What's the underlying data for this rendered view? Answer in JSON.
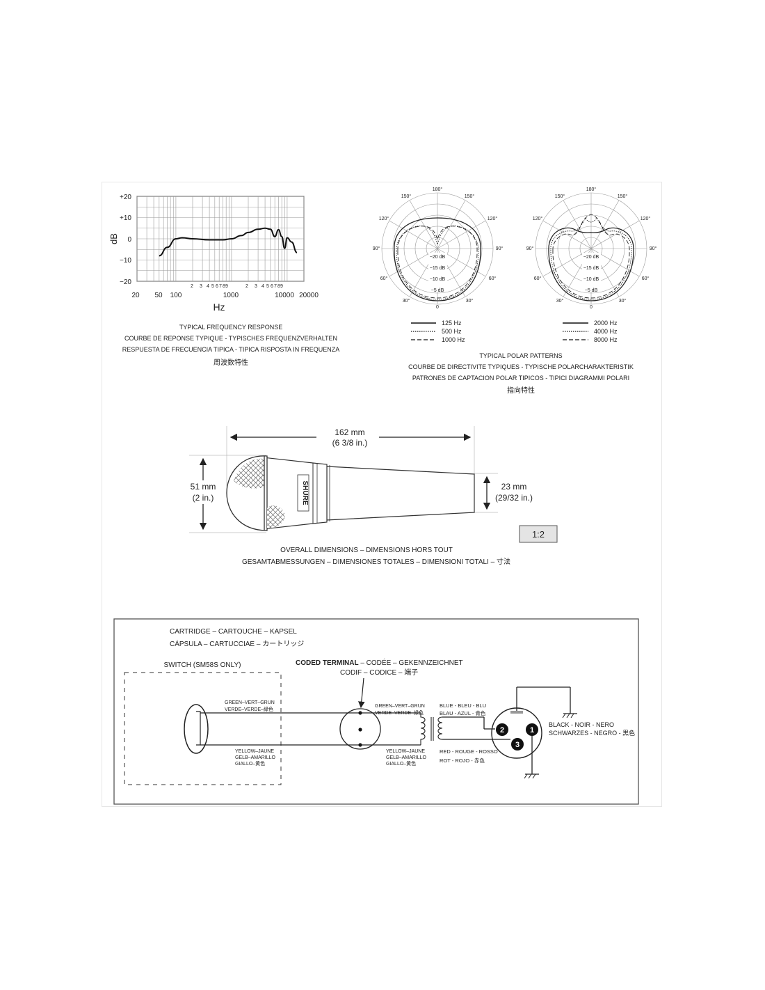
{
  "frequency_response": {
    "y_axis_label": "dB",
    "x_axis_label": "Hz",
    "y_ticks": [
      "+20",
      "+10",
      "0",
      "−10",
      "−20"
    ],
    "x_ticks_major": [
      "20",
      "50",
      "100",
      "1000",
      "10000",
      "20000"
    ],
    "x_minor_labels": [
      "2",
      "3",
      "4",
      "5",
      "6",
      "7",
      "8",
      "9"
    ],
    "caption": [
      "TYPICAL FREQUENCY RESPONSE",
      "COURBE DE REPONSE TYPIQUE - TYPISCHES FREQUENZVERHALTEN",
      "RESPUESTA DE FRECUENCIA TIPICA - TIPICA RISPOSTA IN FREQUENZA",
      "周波数特性"
    ]
  },
  "chart_data": {
    "type": "line",
    "xlabel": "Hz",
    "ylabel": "dB",
    "x_scale": "log",
    "xlim": [
      20,
      20000
    ],
    "ylim": [
      -20,
      20
    ],
    "grid": true,
    "series": [
      {
        "x": [
          50,
          70,
          100,
          130,
          200,
          400,
          700,
          1000,
          1500,
          2000,
          3000,
          4000,
          5000,
          6000,
          7000,
          8000,
          9000,
          10000,
          12000,
          15000
        ],
        "values": [
          -8,
          -4,
          0,
          0.5,
          0,
          -0.5,
          -0.5,
          0,
          1.5,
          3,
          4.5,
          5,
          4.5,
          1,
          4.3,
          1,
          -4.5,
          0.5,
          -1.5,
          -6.5
        ]
      }
    ]
  },
  "polar_patterns": {
    "angle_labels": [
      "180°",
      "150°",
      "150°",
      "120°",
      "120°",
      "90°",
      "90°",
      "60°",
      "60°",
      "30°",
      "30°",
      "0"
    ],
    "ring_labels": [
      "−20 dB",
      "−15 dB",
      "−10 dB",
      "−5 dB"
    ],
    "legend_left": [
      "125 Hz",
      "500 Hz",
      "1000 Hz"
    ],
    "legend_right": [
      "2000 Hz",
      "4000 Hz",
      "8000 Hz"
    ],
    "caption": [
      "TYPICAL POLAR PATTERNS",
      "COURBE DE DIRECTIVITE TYPIQUES - TYPISCHE POLARCHARAKTERISTIK",
      "PATRONES DE CAPTACION POLAR TIPICOS - TIPICI DIAGRAMMI POLARI",
      "指向特性"
    ]
  },
  "dimensions": {
    "length_mm": "162 mm",
    "length_in": "(6 3/8 in.)",
    "head_mm": "51 mm",
    "head_in": "(2 in.)",
    "tail_mm": "23 mm",
    "tail_in": "(29/32 in.)",
    "scale": "1:2",
    "brand": "SHURE",
    "caption": [
      "OVERALL DIMENSIONS – DIMENSIONS HORS TOUT",
      "GESAMTABMESSUNGEN – DIMENSIONES TOTALES – DIMENSIONI TOTALI – 寸法"
    ]
  },
  "wiring": {
    "cartridge": [
      "CARTRIDGE – CARTOUCHE – KAPSEL",
      "CÁPSULA – CARTUCCIAE – カートリッジ"
    ],
    "switch": "SWITCH (SM58S ONLY)",
    "coded_bold": "CODED TERMINAL",
    "coded_rest": " – CODÉE – GEKENNZEICHNET",
    "coded_line2": "CODIF – CODICE – 端子",
    "green_left": [
      "GREEN–VERT–GRUN",
      "VERDE–VERDE–緑色"
    ],
    "yellow_left": [
      "YELLOW–JAUNE",
      "GELB–AMARILLO",
      "GIALLO–黄色"
    ],
    "green_right": [
      "GREEN–VERT–GRUN",
      "VERDE–VERDE–緑色"
    ],
    "yellow_right": [
      "YELLOW–JAUNE",
      "GELB–AMARILLO",
      "GIALLO–黄色"
    ],
    "blue": [
      "BLUE - BLEU - BLU",
      "BLAU - AZUL - 青色"
    ],
    "red": [
      "RED - ROUGE - ROSSO",
      "ROT - ROJO - 赤色"
    ],
    "black": [
      "BLACK - NOIR - NERO",
      "SCHWARZES - NEGRO - 黒色"
    ],
    "pins": [
      "1",
      "2",
      "3"
    ]
  }
}
